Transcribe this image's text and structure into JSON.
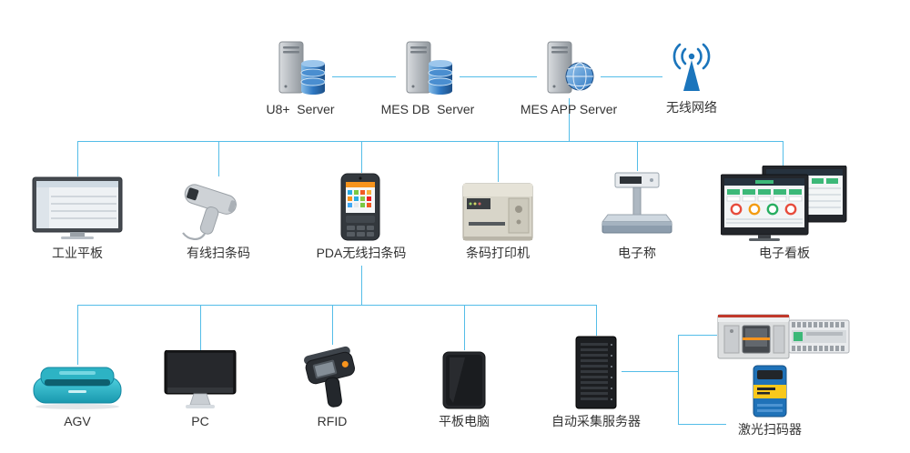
{
  "diagram": {
    "line_color": "#54bde8",
    "label_color": "#333333",
    "nodes": {
      "top": [
        {
          "label": "U8+  Server",
          "icon": "server-database-icon"
        },
        {
          "label": "MES DB  Server",
          "icon": "server-database-icon"
        },
        {
          "label": "MES APP Server",
          "icon": "server-globe-icon"
        },
        {
          "label": "无线网络",
          "icon": "wifi-antenna-icon"
        }
      ],
      "middle": [
        {
          "label": "工业平板",
          "icon": "industrial-tablet-icon"
        },
        {
          "label": "有线扫条码",
          "icon": "barcode-scanner-icon"
        },
        {
          "label": "PDA无线扫条码",
          "icon": "pda-icon"
        },
        {
          "label": "条码打印机",
          "icon": "barcode-printer-icon"
        },
        {
          "label": "电子称",
          "icon": "electronic-scale-icon"
        },
        {
          "label": "电子看板",
          "icon": "kanban-screens-icon"
        }
      ],
      "bottom": [
        {
          "label": "AGV",
          "icon": "agv-icon"
        },
        {
          "label": "PC",
          "icon": "desktop-pc-icon"
        },
        {
          "label": "RFID",
          "icon": "rfid-reader-icon"
        },
        {
          "label": "平板电脑",
          "icon": "tablet-icon"
        },
        {
          "label": "自动采集服务器",
          "icon": "server-tower-icon"
        },
        {
          "label": "激光扫码器",
          "icon": "laser-scanner-icon"
        }
      ],
      "unlabeled": [
        {
          "icon": "cnc-machine-icon"
        },
        {
          "icon": "plc-module-icon"
        }
      ]
    }
  }
}
